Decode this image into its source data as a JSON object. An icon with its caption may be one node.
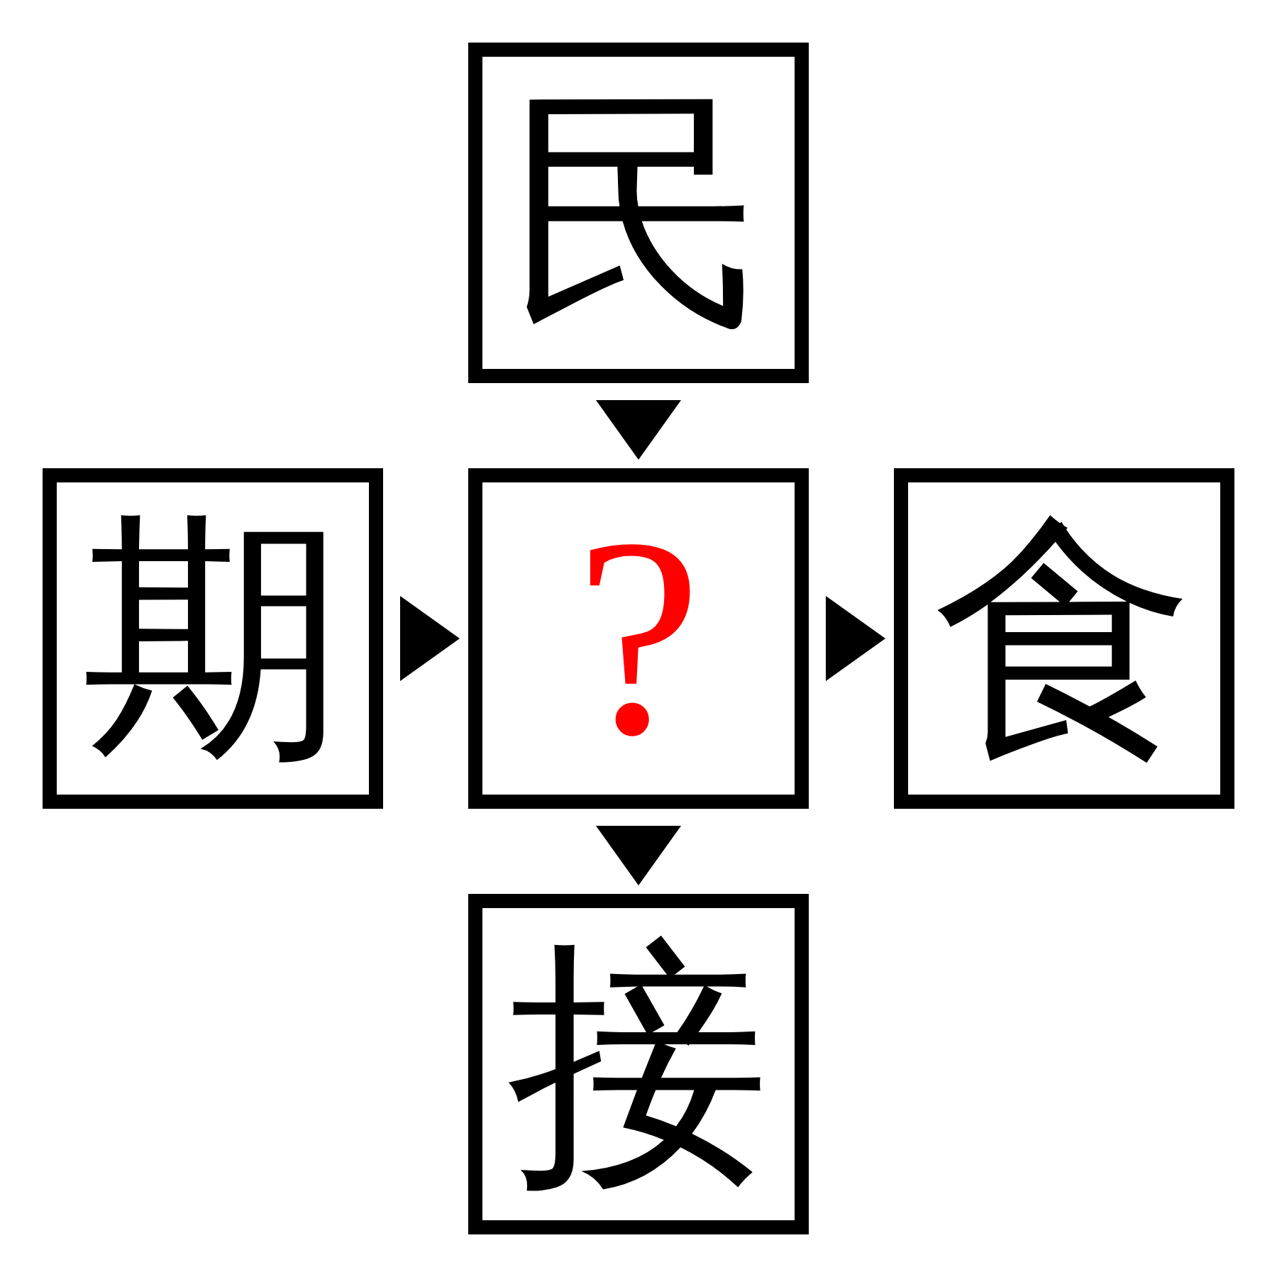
{
  "diagram": {
    "nodes": [
      {
        "text": [
          "民"
        ]
      },
      {
        "text": [
          "期"
        ]
      },
      {
        "text": [
          "?"
        ]
      },
      {
        "text": [
          "食"
        ]
      },
      {
        "text": [
          "接"
        ]
      }
    ],
    "edges": [
      {
        "from": 0,
        "to": 2,
        "arrow": "to"
      },
      {
        "from": 1,
        "to": 2,
        "arrow": "to"
      },
      {
        "from": 2,
        "to": 3,
        "arrow": "to"
      },
      {
        "from": 2,
        "to": 4,
        "arrow": "to"
      }
    ]
  }
}
